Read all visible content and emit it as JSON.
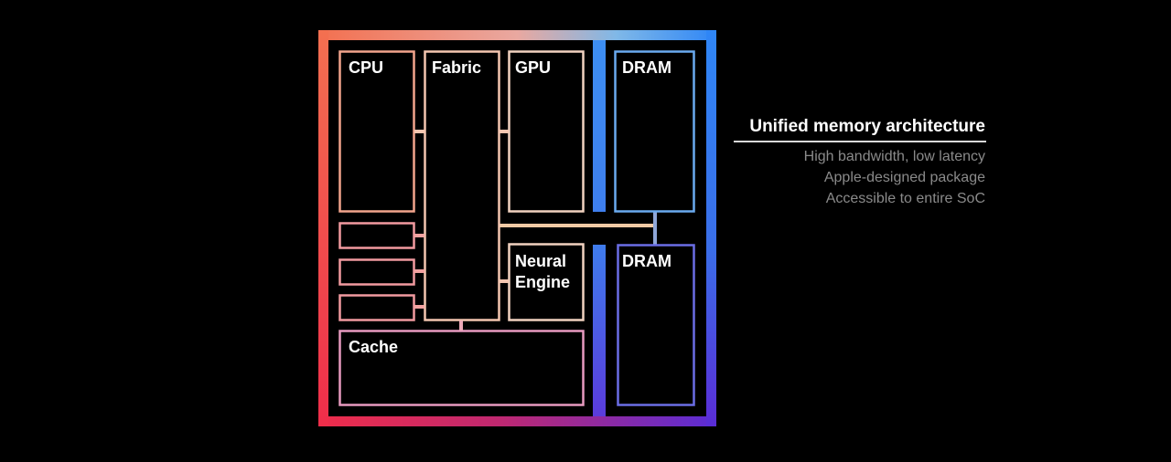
{
  "diagram": {
    "blocks": {
      "cpu": "CPU",
      "fabric": "Fabric",
      "gpu": "GPU",
      "dram_top": "DRAM",
      "dram_bottom": "DRAM",
      "neural_engine_line1": "Neural",
      "neural_engine_line2": "Engine",
      "cache": "Cache"
    }
  },
  "side_panel": {
    "title": "Unified memory architecture",
    "lines": [
      "High bandwidth, low latency",
      "Apple-designed package",
      "Accessible to entire SoC"
    ]
  },
  "colors": {
    "background": "#000000",
    "gradient_red": "#f0384a",
    "gradient_orange": "#f8795c",
    "gradient_blue": "#3a8cf4",
    "gradient_purple": "#6a2bd8",
    "text": "#ffffff",
    "muted_text": "#8a8a8a"
  }
}
